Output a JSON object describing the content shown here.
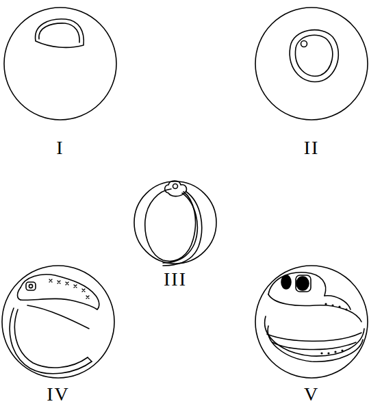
{
  "diagram": {
    "labels": [
      "I",
      "II",
      "III",
      "IV",
      "V"
    ]
  }
}
